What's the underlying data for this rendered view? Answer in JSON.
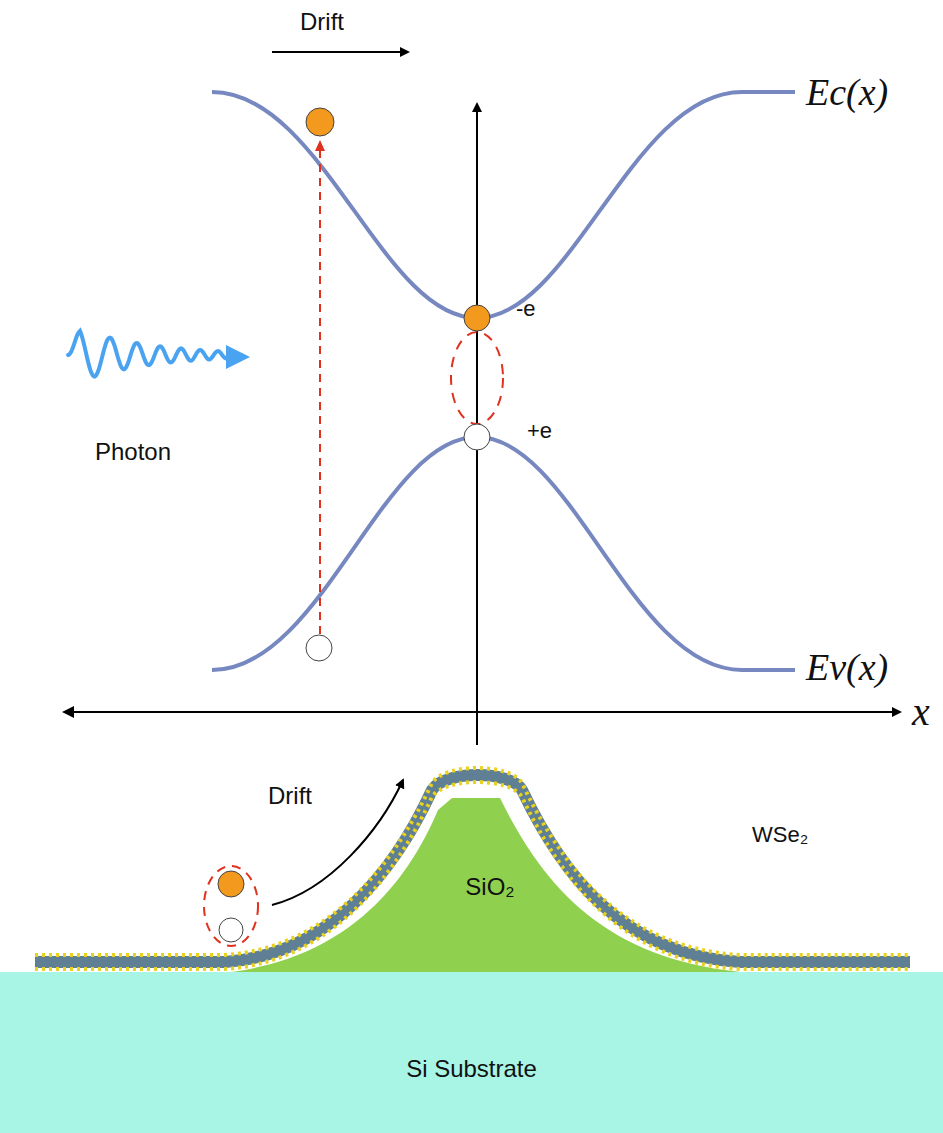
{
  "diagram": {
    "nodes": [
      {
        "text": [
          "SiO₂"
        ]
      },
      {
        "text": [
          "Si Substrate"
        ]
      }
    ],
    "labels": [
      "Drift",
      "Ec(x)",
      "-e",
      "+e",
      "Photon",
      "Ev(x)",
      "x",
      "Drift",
      "WSe₂"
    ]
  }
}
